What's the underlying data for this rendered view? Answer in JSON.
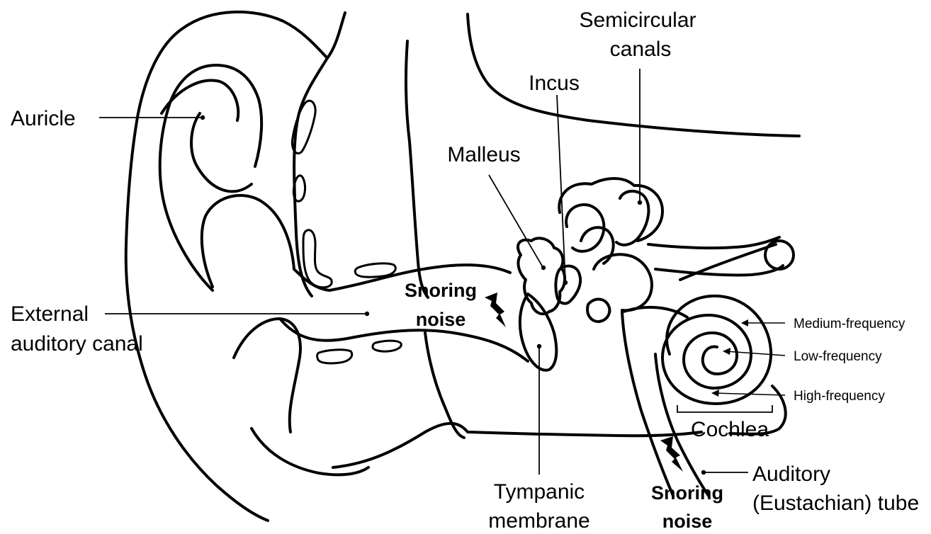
{
  "labels": {
    "auricle": "Auricle",
    "external_canal_1": "External",
    "external_canal_2": "auditory canal",
    "semicircular_1": "Semicircular",
    "semicircular_2": "canals",
    "incus": "Incus",
    "malleus": "Malleus",
    "snoring_mid_1": "Snoring",
    "snoring_mid_2": "noise",
    "tympanic_1": "Tympanic",
    "tympanic_2": "membrane",
    "snoring_bottom_1": "Snoring",
    "snoring_bottom_2": "noise",
    "auditory_tube_1": "Auditory",
    "auditory_tube_2": "(Eustachian) tube",
    "cochlea": "Cochlea",
    "medium_frequency": "Medium-frequency",
    "low_frequency": "Low-frequency",
    "high_frequency": "High-frequency"
  },
  "icons": {
    "snoring": "lightning-bolt-icon"
  }
}
